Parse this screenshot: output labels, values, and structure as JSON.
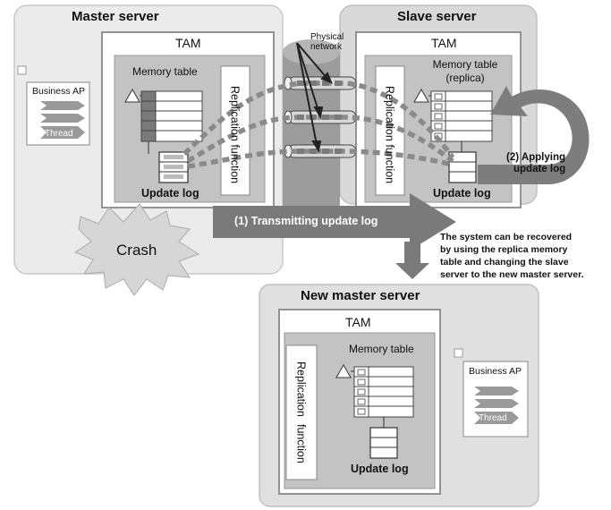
{
  "master": {
    "title": "Master server",
    "tam": "TAM",
    "memory_table": "Memory table",
    "replication": "Replication function",
    "update_log": "Update log",
    "business_ap": "Business AP",
    "thread": "Thread"
  },
  "slave": {
    "title": "Slave server",
    "tam": "TAM",
    "memory_table_line1": "Memory table",
    "memory_table_line2": "(replica)",
    "replication": "Replication function",
    "update_log": "Update log"
  },
  "network": {
    "line1": "Physical",
    "line2": "network"
  },
  "step1": "(1) Transmitting update log",
  "step2_line1": "(2) Applying",
  "step2_line2": "update log",
  "crash": "Crash",
  "recovery_note": [
    "The system can be recovered",
    "by using the replica memory",
    "table and changing the slave",
    "server to the new master server."
  ],
  "new_master": {
    "title": "New master server",
    "tam": "TAM",
    "memory_table": "Memory table",
    "replication_line1": "Replication",
    "replication_line2": "function",
    "update_log": "Update log",
    "business_ap": "Business AP",
    "thread": "Thread"
  }
}
